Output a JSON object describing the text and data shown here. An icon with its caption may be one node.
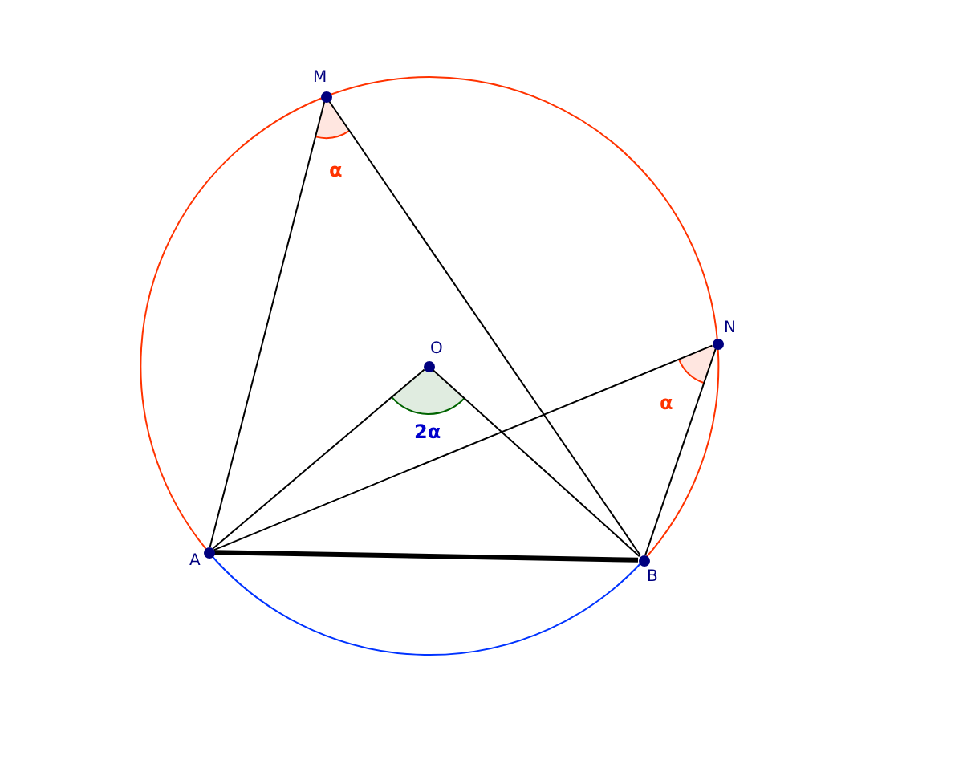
{
  "diagram": {
    "nodes": [
      {
        "text": [
          "M"
        ]
      },
      {
        "text": [
          "N"
        ]
      },
      {
        "text": [
          "O"
        ]
      },
      {
        "text": [
          "A"
        ]
      },
      {
        "text": [
          "B"
        ]
      }
    ],
    "edges": [
      {
        "from": 0,
        "to": 3,
        "arrow": "none"
      },
      {
        "from": 0,
        "to": 4,
        "arrow": "none"
      },
      {
        "from": 1,
        "to": 3,
        "arrow": "none"
      },
      {
        "from": 1,
        "to": 4,
        "arrow": "none"
      },
      {
        "from": 2,
        "to": 3,
        "arrow": "none"
      },
      {
        "from": 2,
        "to": 4,
        "arrow": "none"
      },
      {
        "from": 3,
        "to": 4,
        "arrow": "none",
        "style": "thick"
      }
    ],
    "labels": [
      "α",
      "2α",
      "α"
    ]
  }
}
